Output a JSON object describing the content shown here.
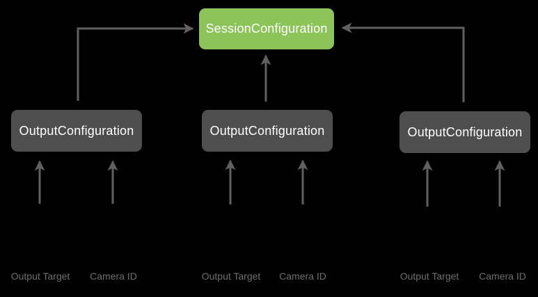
{
  "diagram": {
    "session_node": {
      "label": "SessionConfiguration"
    },
    "groups": [
      {
        "node_label": "OutputConfiguration",
        "inputs": [
          "Output Target",
          "Camera ID"
        ]
      },
      {
        "node_label": "OutputConfiguration",
        "inputs": [
          "Output Target",
          "Camera ID"
        ]
      },
      {
        "node_label": "OutputConfiguration",
        "inputs": [
          "Output Target",
          "Camera ID"
        ]
      }
    ]
  },
  "colors": {
    "background": "#000000",
    "session_box": "#8DC45A",
    "output_box": "#4E4E4E",
    "arrow": "#606060",
    "label_text": "#6F6F6F",
    "node_text": "#FFFFFF"
  }
}
